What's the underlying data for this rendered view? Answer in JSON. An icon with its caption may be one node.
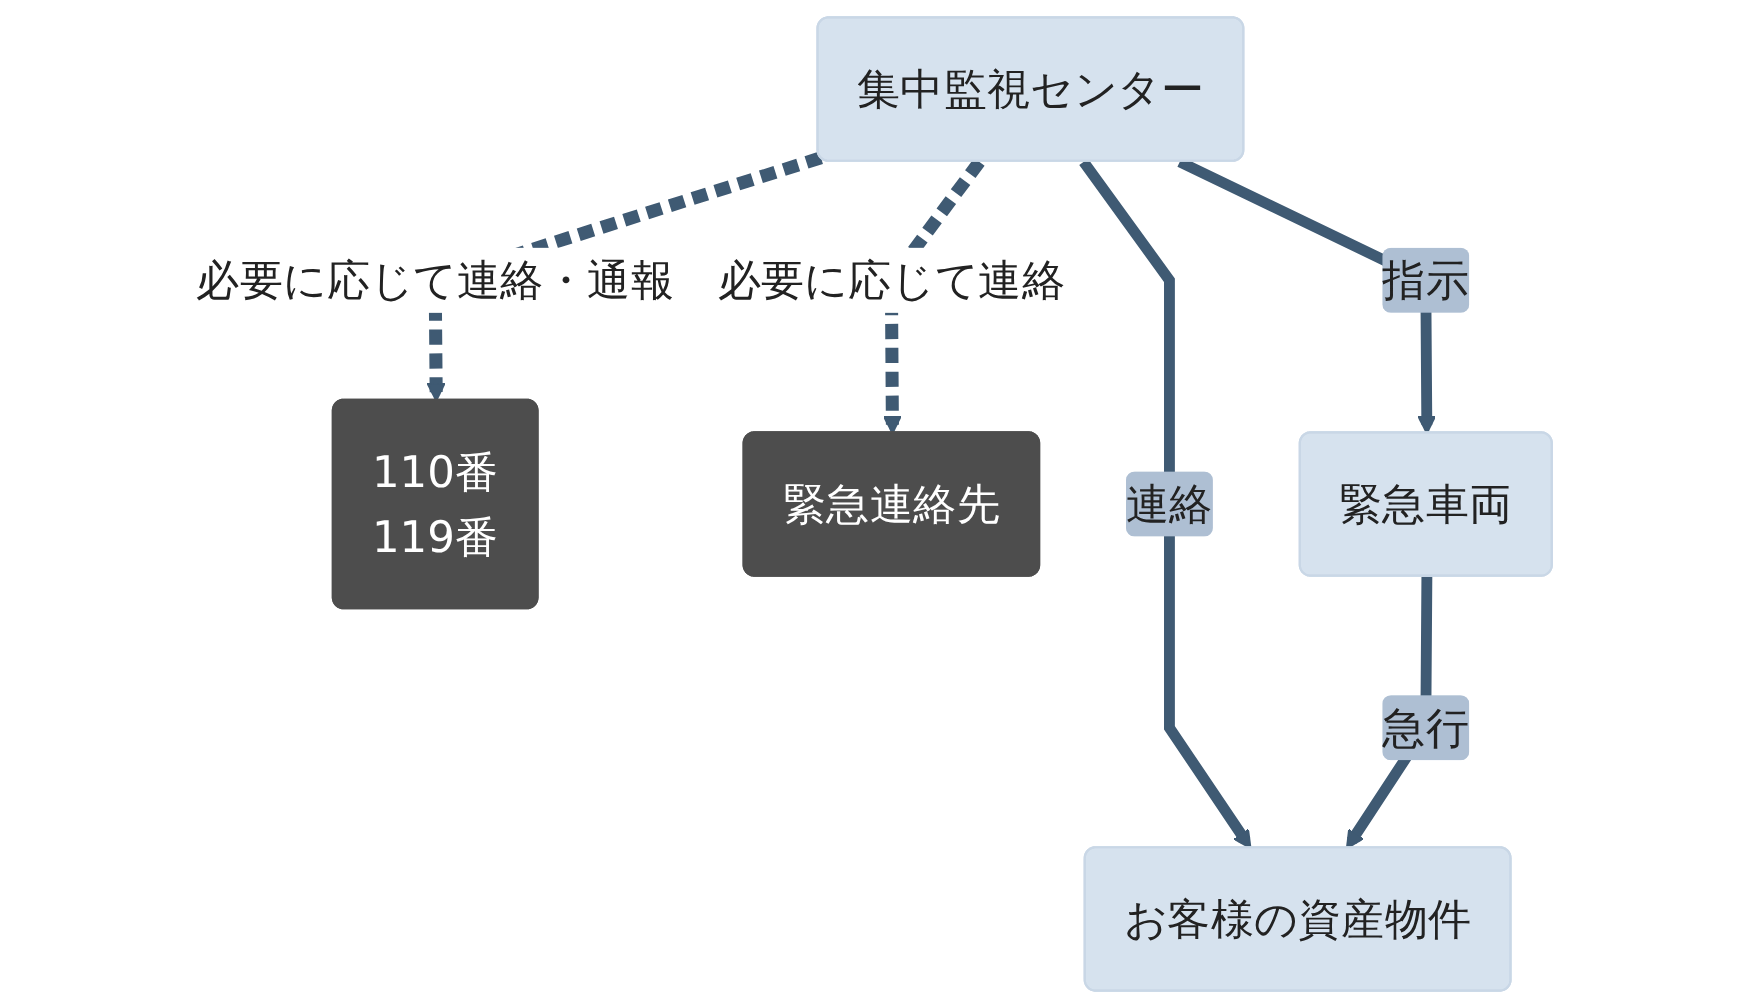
{
  "diagram": {
    "nodes": [
      {
        "text": [
          "集中監視センター"
        ]
      },
      {
        "text": [
          "110番",
          "119番"
        ]
      },
      {
        "text": [
          "緊急連絡先"
        ]
      },
      {
        "text": [
          "お客様の資産物件"
        ]
      },
      {
        "text": [
          "緊急車両"
        ]
      }
    ],
    "edges": [
      {
        "from": 0,
        "to": 1,
        "arrow": "to",
        "label": "必要に応じて連絡・通報",
        "style": "dashed"
      },
      {
        "from": 0,
        "to": 2,
        "arrow": "to",
        "label": "必要に応じて連絡",
        "style": "dashed"
      },
      {
        "from": 0,
        "to": 3,
        "arrow": "to",
        "label": "連絡"
      },
      {
        "from": 0,
        "to": 4,
        "arrow": "to",
        "label": "指示"
      },
      {
        "from": 4,
        "to": 3,
        "arrow": "to",
        "label": "急行"
      }
    ]
  }
}
